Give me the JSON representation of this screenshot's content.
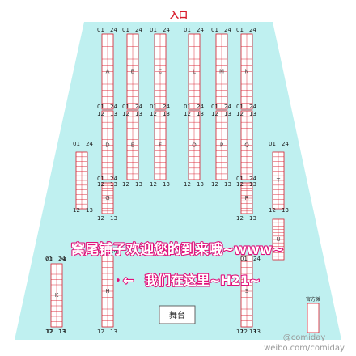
{
  "colors": {
    "hall_fill": "#bff0f0",
    "booth_stroke": "#d81b2b",
    "annotation_outline": "#e0107a",
    "annotation_fill": "#ffffff"
  },
  "map": {
    "entrance": "入口",
    "stage": "舞台",
    "official_booth": "官方摊",
    "num_start": "01",
    "num_end": "24",
    "num_mid_left": "12",
    "num_mid_right": "13",
    "rows": [
      {
        "letter": "A"
      },
      {
        "letter": "B"
      },
      {
        "letter": "C"
      },
      {
        "letter": "L"
      },
      {
        "letter": "M"
      },
      {
        "letter": "N"
      },
      {
        "letter": "D"
      },
      {
        "letter": "E"
      },
      {
        "letter": "F"
      },
      {
        "letter": "O"
      },
      {
        "letter": "P"
      },
      {
        "letter": "Q"
      },
      {
        "letter": "G"
      },
      {
        "letter": "H"
      },
      {
        "letter": "K"
      },
      {
        "letter": "R"
      },
      {
        "letter": "S"
      },
      {
        "letter": "T"
      },
      {
        "letter": "U"
      },
      {
        "letter": ""
      }
    ]
  },
  "annotations": {
    "welcome": "窝尾铺子欢迎您的到来哦~www~",
    "marker_line": "我们在这里~H21~",
    "arrow": "←",
    "dot": "•"
  },
  "watermark": {
    "handle": "@comiday",
    "url": "weibo.com/comiday"
  }
}
